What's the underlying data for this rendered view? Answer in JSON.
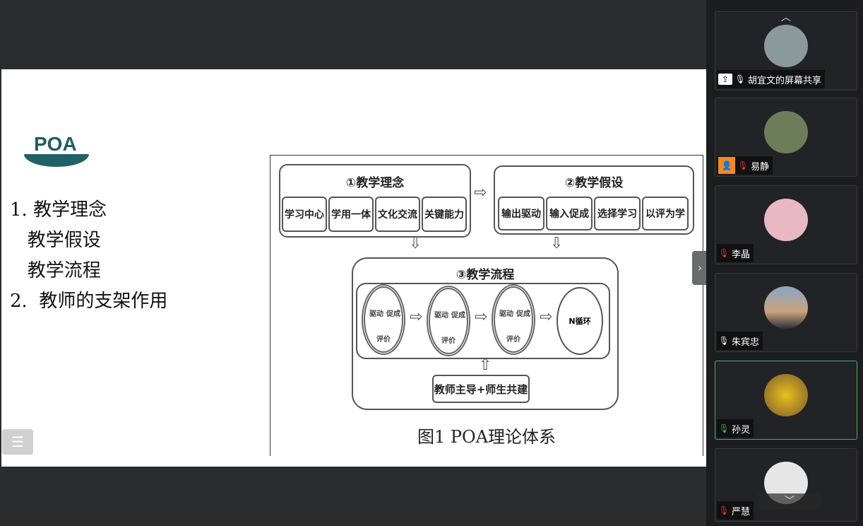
{
  "slide": {
    "logo": "POA",
    "outline": [
      "1. 教学理念",
      "   教学假设",
      "   教学流程",
      "2.  教师的支架作用"
    ],
    "figure": {
      "box1_title": "①教学理念",
      "box1_items": [
        "学习中心",
        "学用一体",
        "文化交流",
        "关键能力"
      ],
      "box2_title": "②教学假设",
      "box2_items": [
        "输出驱动",
        "输入促成",
        "选择学习",
        "以评为学"
      ],
      "box3_title": "③教学流程",
      "cycle": {
        "a": "驱动",
        "b": "促成",
        "c": "评价"
      },
      "n_cycle": "N循环",
      "bottom": "教师主导+师生共建",
      "caption": "图1  POA理论体系"
    }
  },
  "participants": [
    {
      "name": "胡宜文的屏幕共享",
      "mic": "on",
      "sharing": true,
      "color": "#8a9a9c"
    },
    {
      "name": "易静",
      "mic": "muted",
      "host_icon": true,
      "color": "#6d7d5a"
    },
    {
      "name": "李晶",
      "mic": "muted",
      "color": "#e8b8c4"
    },
    {
      "name": "朱宾忠",
      "mic": "on",
      "color": "#5a7090"
    },
    {
      "name": "孙灵",
      "mic": "on",
      "active": true,
      "color": "#b08a30"
    },
    {
      "name": "严慧",
      "mic": "muted",
      "color": "#ddd"
    }
  ],
  "colors": {
    "active_border": "#3cb06e",
    "accent_logo": "#1f5d63"
  }
}
